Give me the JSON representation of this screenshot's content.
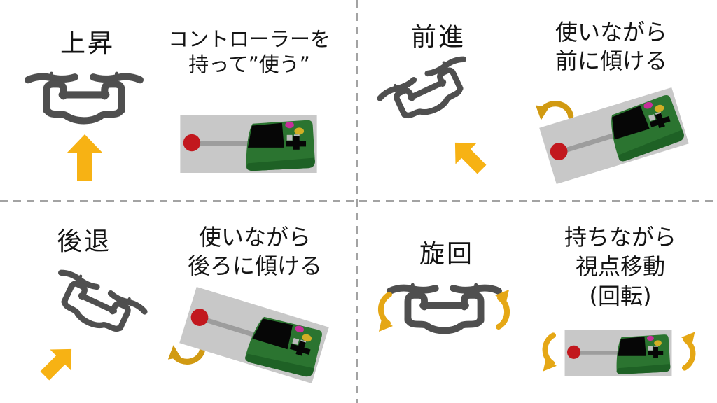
{
  "slide": {
    "kind": "instruction-slide",
    "divider_style": "dashed",
    "background": "#ffffff"
  },
  "colors": {
    "arrow-amber": "#f7b214",
    "arrow-gold": "#d19a12",
    "arrow-yaw": "#e5a715",
    "drone-gray": "#4f4f4f",
    "text-black": "#141414",
    "divider-gray": "#a3a3a3",
    "panel-gray": "#c8c8c8",
    "body-green": "#2b7430",
    "body-green-dark": "#1e6125",
    "screen-black": "#060606",
    "ball-red": "#c2181e",
    "stick-gray": "#9d9d9d",
    "btn-magenta": "#c72f9b",
    "btn-yellow": "#d2ae25",
    "btn-gray": "#bcbcbc"
  },
  "quadrants": {
    "ascend": {
      "title": "上昇",
      "instruction": [
        "コントローラーを",
        "持って”使う”"
      ],
      "icons": [
        "drone-front-icon",
        "arrow-up-icon",
        "controller-icon"
      ]
    },
    "forward": {
      "title": "前進",
      "instruction": [
        "使いながら",
        "前に傾ける"
      ],
      "icons": [
        "drone-tilt-left-icon",
        "arrow-up-left-icon",
        "tilt-forward-arrow-icon",
        "controller-tilt-left-icon"
      ]
    },
    "backward": {
      "title": "後退",
      "instruction": [
        "使いながら",
        "後ろに傾ける"
      ],
      "icons": [
        "drone-tilt-right-icon",
        "arrow-up-right-icon",
        "tilt-backward-arrow-icon",
        "controller-tilt-right-icon"
      ]
    },
    "turn": {
      "title": "旋回",
      "instruction": [
        "持ちながら",
        "視点移動",
        "(回転)"
      ],
      "icons": [
        "drone-front-icon",
        "yaw-arrow-left-icon",
        "yaw-arrow-right-icon",
        "controller-icon"
      ]
    }
  }
}
